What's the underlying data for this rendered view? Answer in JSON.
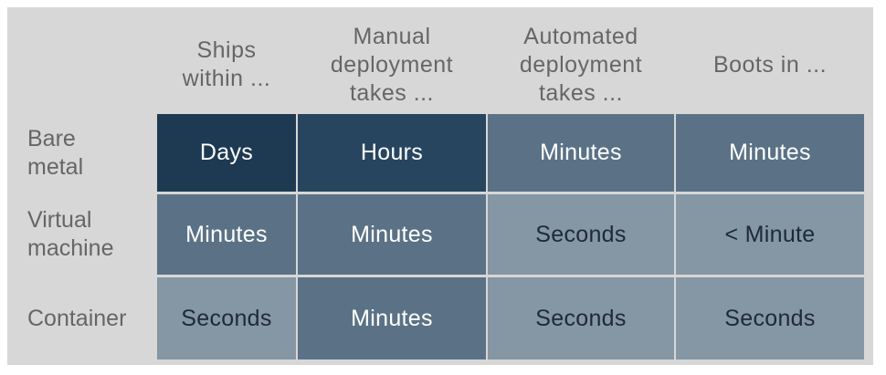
{
  "columns": [
    "Ships\nwithin ...",
    "Manual\ndeployment\ntakes ...",
    "Automated\ndeployment\ntakes ...",
    "Boots in ..."
  ],
  "rows": [
    {
      "label": "Bare\nmetal",
      "cells": [
        {
          "text": "Days",
          "bg": "#1e3a52",
          "fg": "#ffffff"
        },
        {
          "text": "Hours",
          "bg": "#27455f",
          "fg": "#ffffff"
        },
        {
          "text": "Minutes",
          "bg": "#5b7286",
          "fg": "#ffffff"
        },
        {
          "text": "Minutes",
          "bg": "#5b7286",
          "fg": "#ffffff"
        }
      ]
    },
    {
      "label": "Virtual\nmachine",
      "cells": [
        {
          "text": "Minutes",
          "bg": "#5b7286",
          "fg": "#ffffff"
        },
        {
          "text": "Minutes",
          "bg": "#5b7286",
          "fg": "#ffffff"
        },
        {
          "text": "Seconds",
          "bg": "#8596a4",
          "fg": "#1e2a35"
        },
        {
          "text": "< Minute",
          "bg": "#8596a4",
          "fg": "#1e2a35"
        }
      ]
    },
    {
      "label": "Container",
      "cells": [
        {
          "text": "Seconds",
          "bg": "#8596a4",
          "fg": "#1e2a35"
        },
        {
          "text": "Minutes",
          "bg": "#5b7286",
          "fg": "#ffffff"
        },
        {
          "text": "Seconds",
          "bg": "#8596a4",
          "fg": "#1e2a35"
        },
        {
          "text": "Seconds",
          "bg": "#8596a4",
          "fg": "#1e2a35"
        }
      ]
    }
  ]
}
